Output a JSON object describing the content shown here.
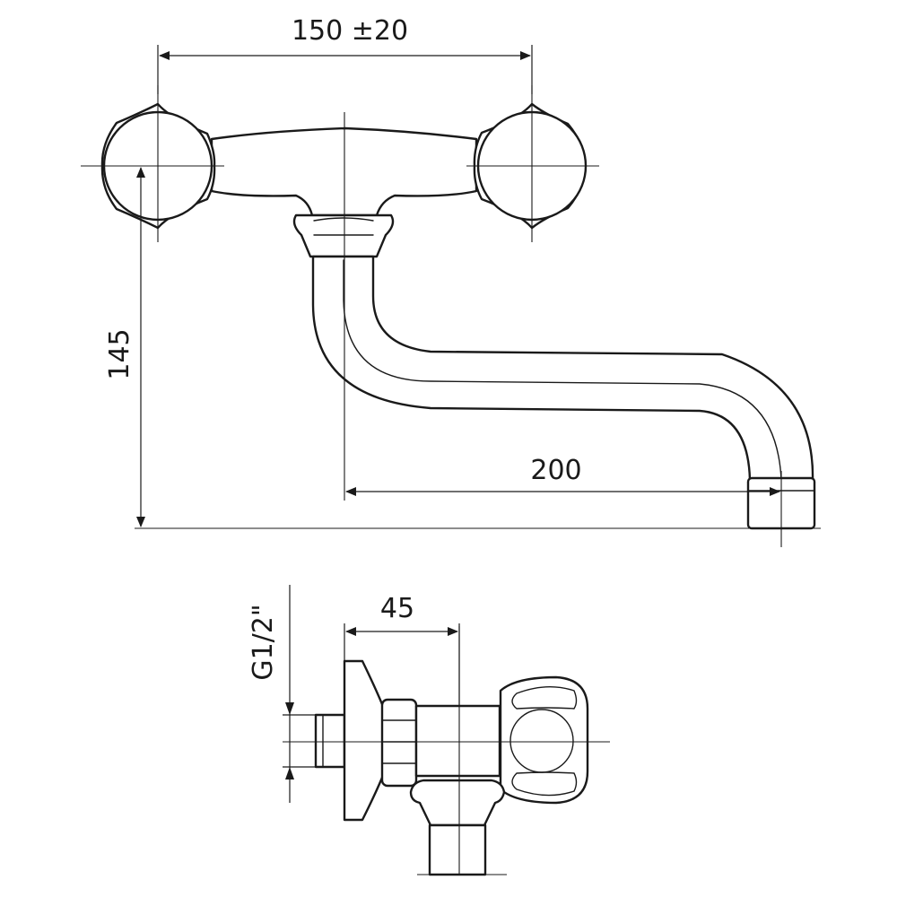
{
  "dimensions": {
    "handle_spacing": "150 ±20",
    "height": "145",
    "spout_reach": "200",
    "side_depth": "45",
    "thread": "G1/2\""
  }
}
